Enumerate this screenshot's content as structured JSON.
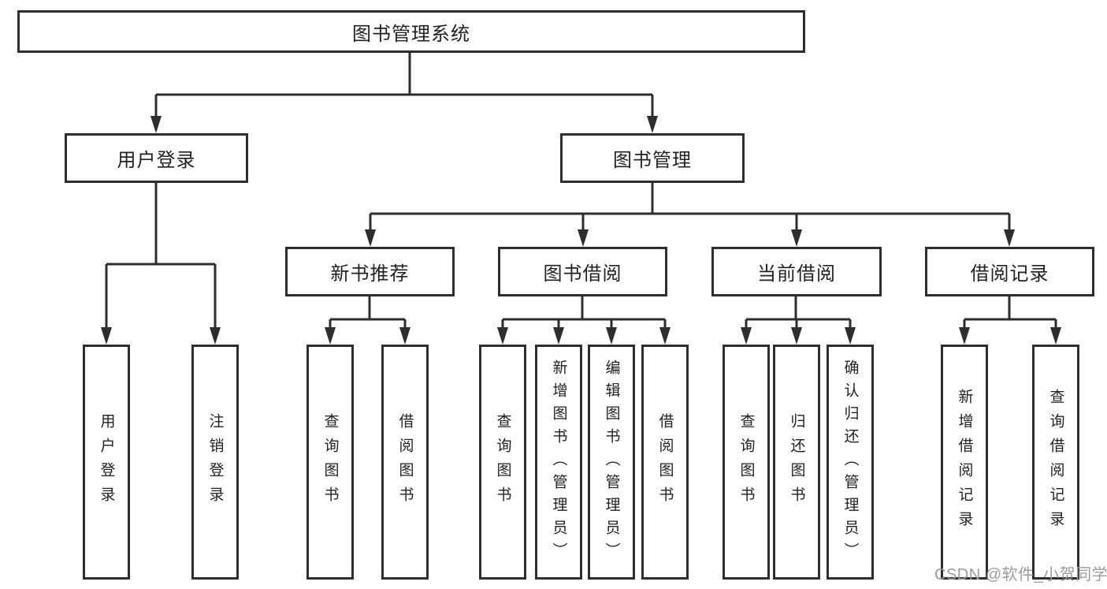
{
  "root": {
    "label": "图书管理系统"
  },
  "level2": [
    {
      "label": "用户登录"
    },
    {
      "label": "图书管理"
    }
  ],
  "level3": [
    {
      "label": "新书推荐",
      "parent": "图书管理"
    },
    {
      "label": "图书借阅",
      "parent": "图书管理"
    },
    {
      "label": "当前借阅",
      "parent": "图书管理"
    },
    {
      "label": "借阅记录",
      "parent": "图书管理"
    }
  ],
  "leaves": [
    {
      "label": "用户登录",
      "parent": "用户登录"
    },
    {
      "label": "注销登录",
      "parent": "用户登录"
    },
    {
      "label": "查询图书",
      "parent": "新书推荐"
    },
    {
      "label": "借阅图书",
      "parent": "新书推荐"
    },
    {
      "label": "查询图书",
      "parent": "图书借阅"
    },
    {
      "label": "新增图书（管理员）",
      "parent": "图书借阅"
    },
    {
      "label": "编辑图书（管理员）",
      "parent": "图书借阅"
    },
    {
      "label": "借阅图书",
      "parent": "图书借阅"
    },
    {
      "label": "查询图书",
      "parent": "当前借阅"
    },
    {
      "label": "归还图书",
      "parent": "当前借阅"
    },
    {
      "label": "确认归还（管理员）",
      "parent": "当前借阅"
    },
    {
      "label": "新增借阅记录",
      "parent": "借阅记录"
    },
    {
      "label": "查询借阅记录",
      "parent": "借阅记录"
    }
  ],
  "watermark": {
    "text": "CSDN @软件_小贺同学"
  },
  "colors": {
    "line": "#2e2e2e",
    "text": "#222222",
    "wm": "#9b9b9b",
    "bg": "#ffffff"
  }
}
